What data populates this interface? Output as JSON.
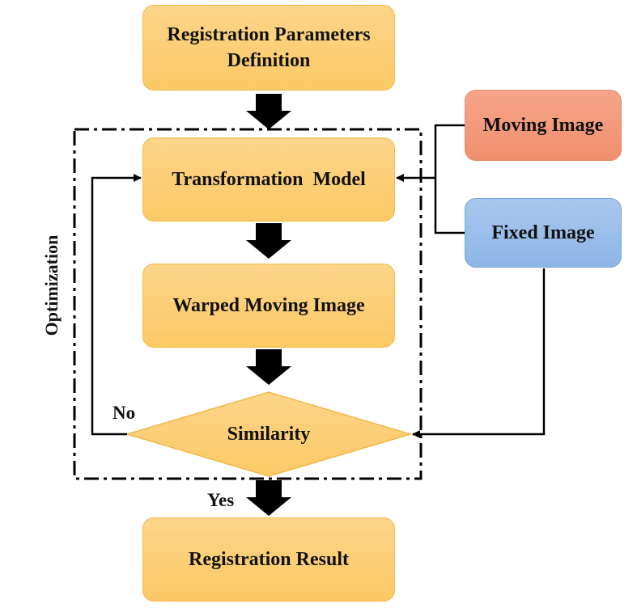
{
  "nodes": {
    "registration_parameters": "Registration Parameters\nDefinition",
    "transformation_model": "Transformation  Model",
    "warped_moving_image": "Warped Moving Image",
    "similarity": "Similarity",
    "registration_result": "Registration Result",
    "moving_image": "Moving Image",
    "fixed_image": "Fixed Image"
  },
  "labels": {
    "optimization": "Optimization",
    "no": "No",
    "yes": "Yes"
  },
  "colors": {
    "process_fill": "#fbc965",
    "moving_fill": "#f08f6e",
    "fixed_fill": "#8db5e6",
    "line": "#000000"
  }
}
